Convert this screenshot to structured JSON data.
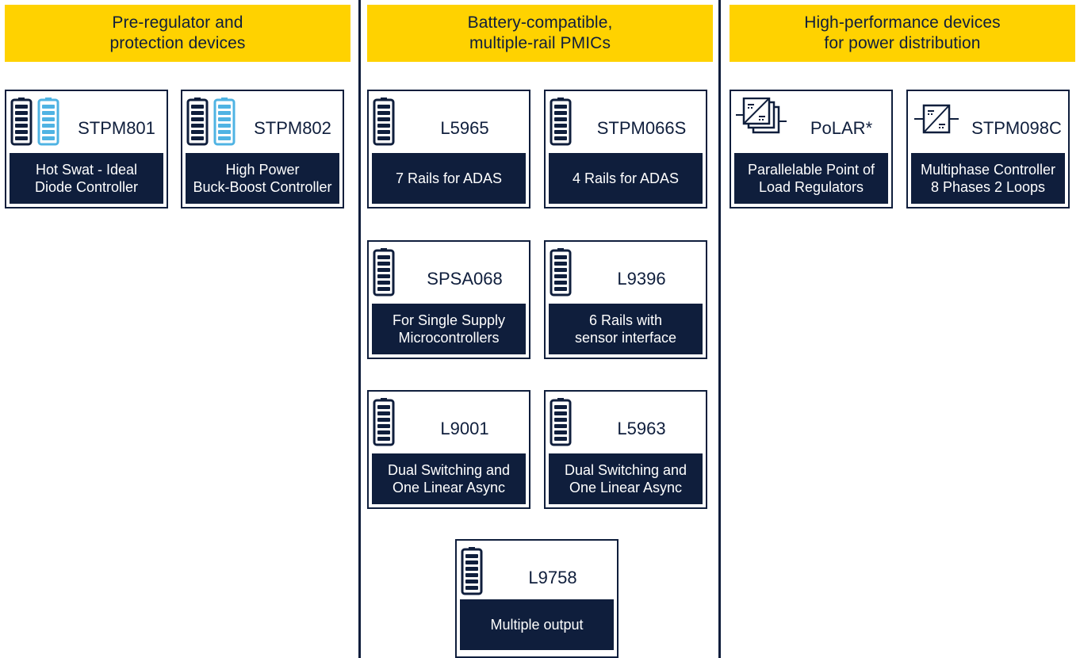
{
  "colors": {
    "header_bg": "#ffd200",
    "navy": "#0f1e3c",
    "battery_blue": "#4fb3e3"
  },
  "columns": [
    {
      "header": [
        "Pre-regulator and",
        "protection devices"
      ],
      "cards": [
        {
          "icon": "dual-battery-icon",
          "title": "STPM801",
          "desc": [
            "Hot Swat - Ideal",
            "Diode Controller"
          ]
        },
        {
          "icon": "dual-battery-icon",
          "title": "STPM802",
          "desc": [
            "High Power",
            "Buck-Boost Controller"
          ]
        }
      ]
    },
    {
      "header": [
        "Battery-compatible,",
        "multiple-rail PMICs"
      ],
      "cards": [
        {
          "icon": "battery-icon",
          "title": "L5965",
          "desc": [
            "7 Rails for ADAS"
          ]
        },
        {
          "icon": "battery-icon",
          "title": "STPM066S",
          "desc": [
            "4 Rails for ADAS"
          ]
        },
        {
          "icon": "battery-icon",
          "title": "SPSA068",
          "desc": [
            "For Single Supply",
            "Microcontrollers"
          ]
        },
        {
          "icon": "battery-icon",
          "title": "L9396",
          "desc": [
            "6 Rails with",
            "sensor interface"
          ]
        },
        {
          "icon": "battery-icon",
          "title": "L9001",
          "desc": [
            "Dual Switching and",
            "One Linear Async"
          ]
        },
        {
          "icon": "battery-icon",
          "title": "L5963",
          "desc": [
            "Dual Switching and",
            "One Linear Async"
          ]
        },
        {
          "icon": "battery-icon",
          "title": "L9758",
          "desc": [
            "Multiple output"
          ]
        }
      ]
    },
    {
      "header": [
        "High-performance devices",
        "for power distribution"
      ],
      "cards": [
        {
          "icon": "stacked-dc-dc-converter-icon",
          "title": "PoLAR*",
          "desc": [
            "Parallelable Point of",
            "Load Regulators"
          ]
        },
        {
          "icon": "dc-dc-converter-icon",
          "title": "STPM098C",
          "desc": [
            "Multiphase Controller",
            "8 Phases 2 Loops"
          ]
        }
      ]
    }
  ]
}
